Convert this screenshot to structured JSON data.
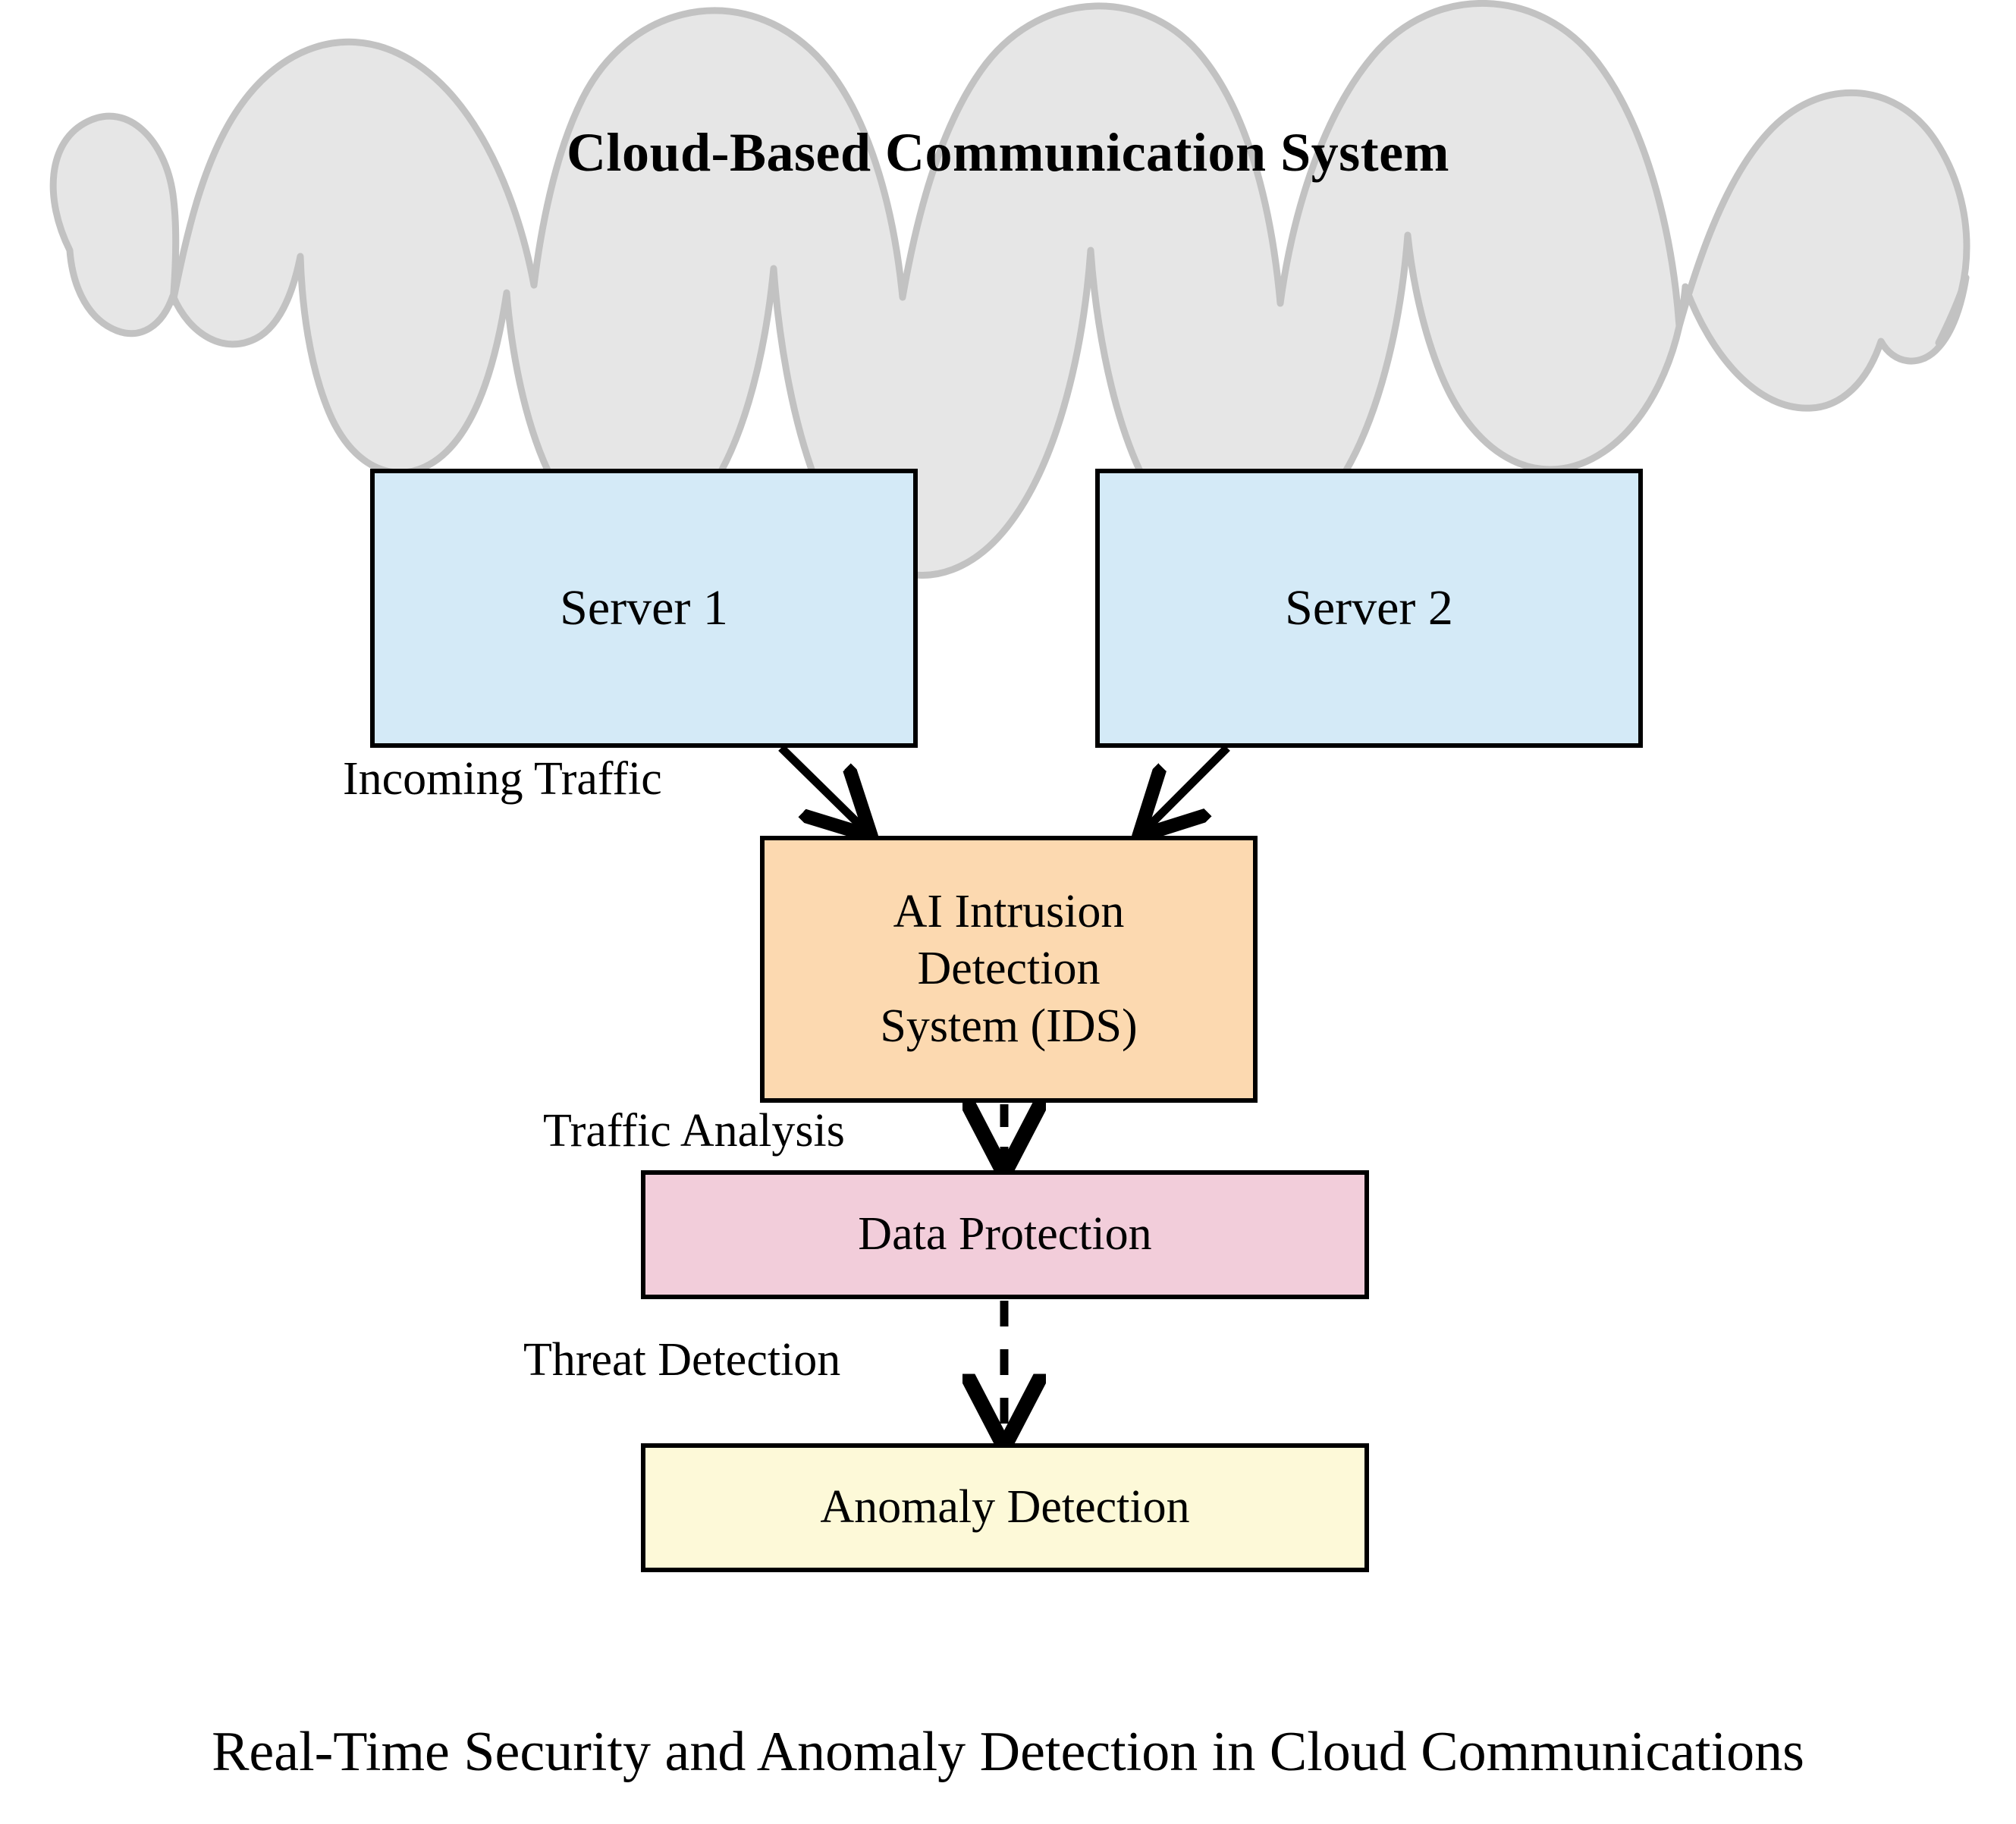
{
  "diagram": {
    "cloud": {
      "title": "Cloud-Based Communication System",
      "fill_color": "#e6e6e6",
      "stroke_color": "#c2c2c2"
    },
    "nodes": [
      {
        "id": "server1",
        "label": "Server 1",
        "fill_color": "#d4eaf7"
      },
      {
        "id": "server2",
        "label": "Server 2",
        "fill_color": "#d4eaf7"
      },
      {
        "id": "ids",
        "label": "AI Intrusion\nDetection\nSystem  (IDS)",
        "fill_color": "#fcd9b0"
      },
      {
        "id": "data_protection",
        "label": "Data Protection",
        "fill_color": "#f2cdda"
      },
      {
        "id": "anomaly_detection",
        "label": "Anomaly Detection",
        "fill_color": "#fdf9d8"
      }
    ],
    "edges": [
      {
        "id": "server1_to_ids",
        "label": "Incoming Traffic",
        "style": "solid"
      },
      {
        "id": "server2_to_ids",
        "label": "",
        "style": "solid"
      },
      {
        "id": "ids_to_protection",
        "label": "Traffic Analysis",
        "style": "dashed"
      },
      {
        "id": "protection_to_anomaly",
        "label": "Threat Detection",
        "style": "dashed"
      }
    ],
    "caption": "Real-Time Security and Anomaly Detection in Cloud Communications"
  }
}
